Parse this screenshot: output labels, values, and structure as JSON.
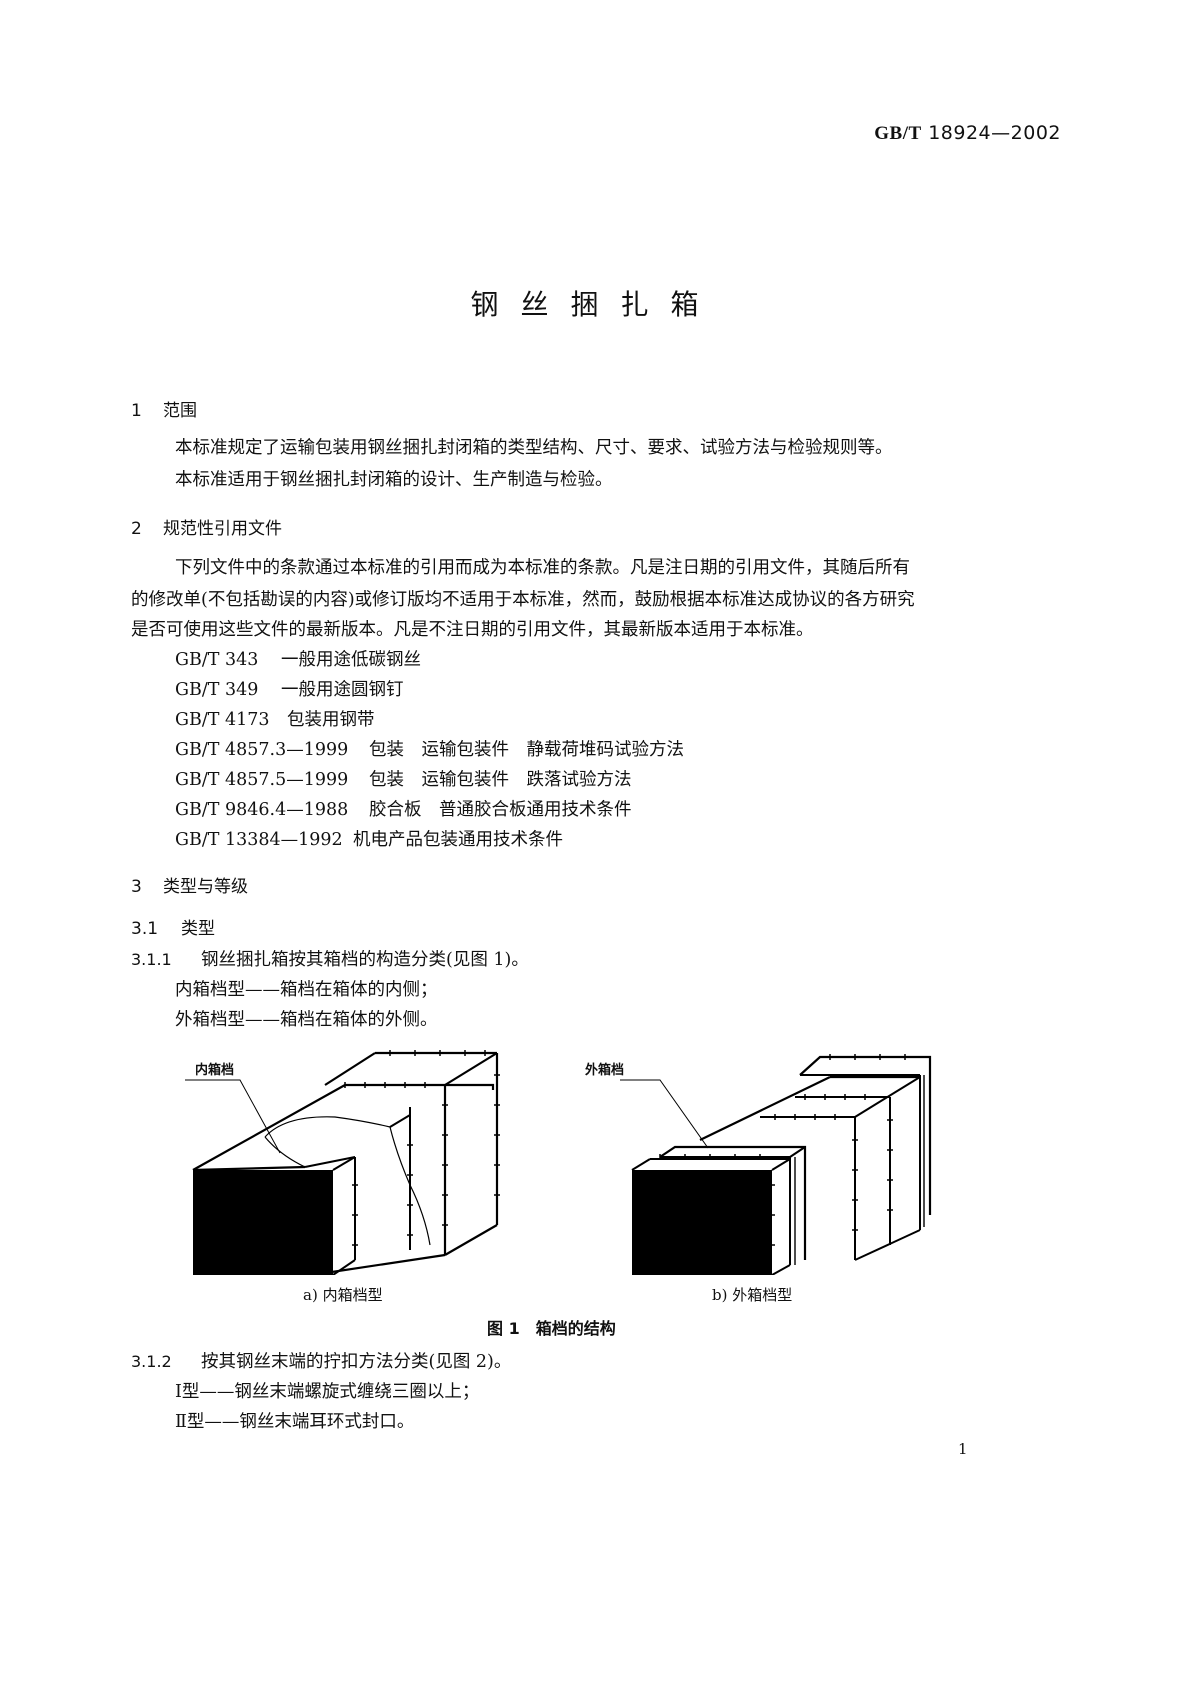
{
  "header": {
    "std_prefix": "GB/T",
    "std_number": "18924—2002"
  },
  "title": "钢丝捆扎箱",
  "sections": {
    "s1": {
      "number": "1",
      "heading": "范围",
      "paragraphs": [
        "本标准规定了运输包装用钢丝捆扎封闭箱的类型结构、尺寸、要求、试验方法与检验规则等。",
        "本标准适用于钢丝捆扎封闭箱的设计、生产制造与检验。"
      ]
    },
    "s2": {
      "number": "2",
      "heading": "规范性引用文件",
      "intro_lines": [
        "下列文件中的条款通过本标准的引用而成为本标准的条款。凡是注日期的引用文件，其随后所有",
        "的修改单(不包括勘误的内容)或修订版均不适用于本标准，然而，鼓励根据本标准达成协议的各方研究",
        "是否可使用这些文件的最新版本。凡是不注日期的引用文件，其最新版本适用于本标准。"
      ],
      "references": [
        {
          "code": "GB/T 343",
          "title": "一般用途低碳钢丝"
        },
        {
          "code": "GB/T 349",
          "title": "一般用途圆钢钉"
        },
        {
          "code": "GB/T 4173",
          "title": "包装用钢带"
        },
        {
          "code": "GB/T 4857.3—1999",
          "title": "包装　运输包装件　静载荷堆码试验方法"
        },
        {
          "code": "GB/T 4857.5—1999",
          "title": "包装　运输包装件　跌落试验方法"
        },
        {
          "code": "GB/T 9846.4—1988",
          "title": "胶合板　普通胶合板通用技术条件"
        },
        {
          "code": "GB/T 13384—1992",
          "title": "机电产品包装通用技术条件"
        }
      ]
    },
    "s3": {
      "number": "3",
      "heading": "类型与等级",
      "s3_1": {
        "number": "3.1",
        "heading": "类型"
      },
      "s3_1_1": {
        "number": "3.1.1",
        "text": "钢丝捆扎箱按其箱档的构造分类(见图 1)。",
        "items": [
          "内箱档型——箱档在箱体的内侧；",
          "外箱档型——箱档在箱体的外侧。"
        ]
      },
      "s3_1_2": {
        "number": "3.1.2",
        "text": "按其钢丝末端的拧扣方法分类(见图 2)。",
        "items": [
          "Ⅰ型——钢丝末端螺旋式缠绕三圈以上；",
          "Ⅱ型——钢丝末端耳环式封口。"
        ]
      }
    }
  },
  "figure1": {
    "label_a": "内箱档",
    "label_b": "外箱档",
    "caption_a": "a) 内箱档型",
    "caption_b": "b) 外箱档型",
    "caption": "图 1　箱档的结构"
  },
  "page_number": "1"
}
